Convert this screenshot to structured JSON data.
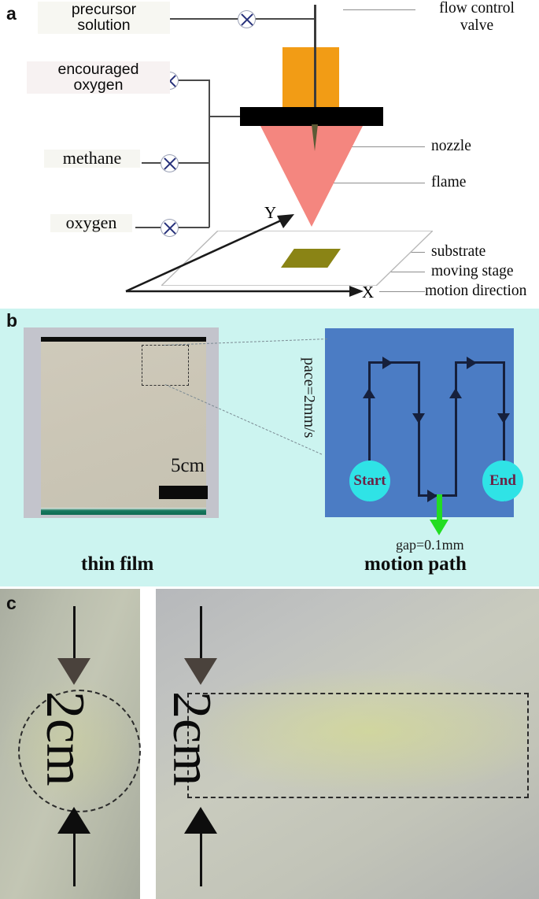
{
  "figure": {
    "panel_a_label": "a",
    "panel_b_label": "b",
    "panel_c_label": "c"
  },
  "panel_a": {
    "sources": [
      {
        "label": "precursor\nsolution",
        "line1": "precursor",
        "line2": "solution"
      },
      {
        "label": "encouraged\noxygen",
        "line1": "encouraged",
        "line2": "oxygen"
      },
      {
        "label": "methane",
        "line1": "methane",
        "line2": ""
      },
      {
        "label": "oxygen",
        "line1": "oxygen",
        "line2": ""
      }
    ],
    "callouts": {
      "flow_control_valve_line1": "flow control",
      "flow_control_valve_line2": "valve",
      "nozzle": "nozzle",
      "flame": "flame",
      "substrate": "substrate",
      "moving_stage": "moving stage",
      "motion_direction": "motion direction"
    },
    "axes": {
      "x": "X",
      "y": "Y"
    },
    "colors": {
      "orange_block": "#F29C15",
      "black_bar": "#000000",
      "flame": "#F4867F",
      "nozzle": "#5C5A35",
      "substrate": "#8A8415",
      "valve_cross": "#26307A"
    }
  },
  "panel_b": {
    "caption_left": "thin film",
    "caption_right": "motion path",
    "film": {
      "scale_label": "5cm"
    },
    "motion_path": {
      "start_label": "Start",
      "end_label": "End",
      "pace_label": "pace=2mm/s",
      "gap_label": "gap=0.1mm",
      "background_color": "#4B7CC4",
      "node_color": "#2FE3E6",
      "path_color": "#16203C",
      "gap_arrow_color": "#22DD22"
    },
    "background_color": "#CCF4F0"
  },
  "panel_c": {
    "left_photo": {
      "measure_label": "2cm",
      "marker_shape": "dashed-circle"
    },
    "right_photo": {
      "measure_label": "2cm",
      "marker_shape": "dashed-rectangle"
    }
  }
}
